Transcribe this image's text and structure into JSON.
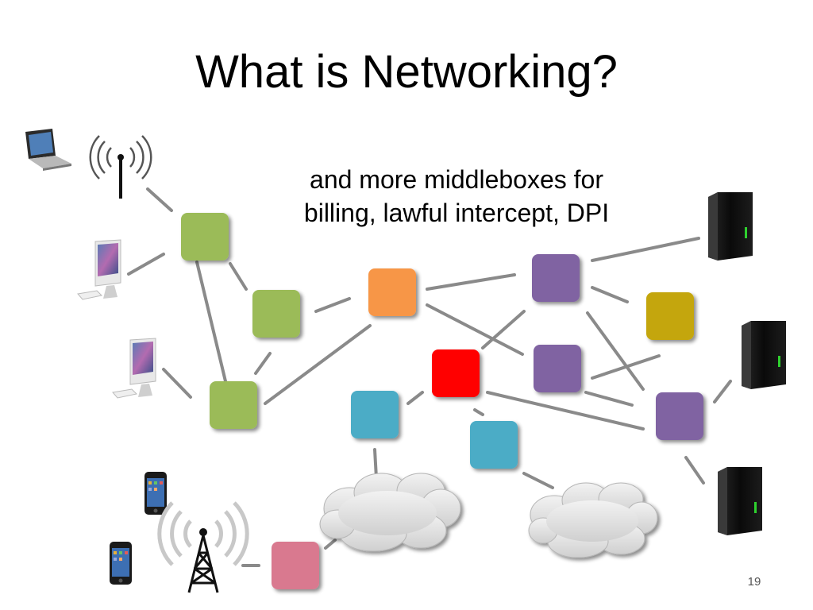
{
  "title": "What is Networking?",
  "subtitle": "and more middleboxes for billing, lawful intercept, DPI",
  "subtitle_lines": [
    "and more middleboxes for",
    "billing, lawful intercept, DPI"
  ],
  "page_number": "19",
  "node_colors": {
    "green": "#9bbb59",
    "orange": "#f79646",
    "purple": "#8064a2",
    "olive": "#c4a60a",
    "red": "#ff0000",
    "teal": "#4bacc6",
    "pink": "#d9798f"
  },
  "icons": {
    "devices": [
      "laptop-icon",
      "wifi-antenna-icon",
      "imac-icon",
      "imac-icon",
      "iphone-icon",
      "iphone-icon",
      "cell-tower-icon"
    ],
    "servers": [
      "server-icon",
      "server-icon",
      "server-icon"
    ],
    "clouds": [
      "cloud-icon",
      "cloud-icon"
    ]
  }
}
